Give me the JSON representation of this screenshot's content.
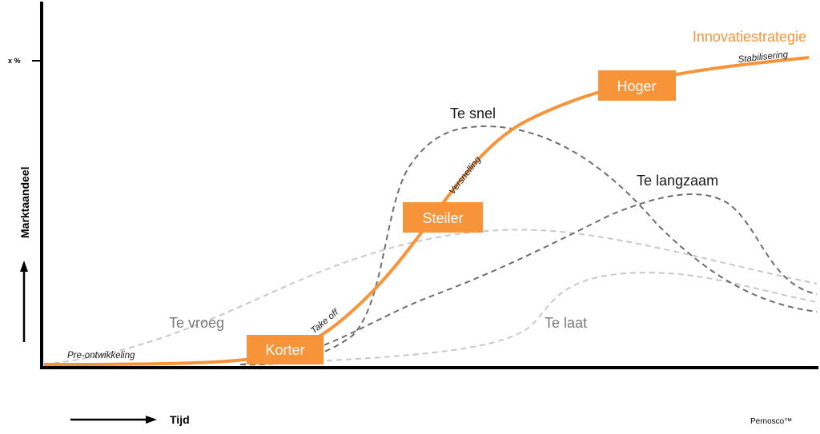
{
  "title": "Innovatiestrategie",
  "y_axis": {
    "label": "Marktaandeel",
    "tick_label": "x %"
  },
  "x_axis": {
    "label": "Tijd"
  },
  "phases": {
    "pre": "Pre-ontwikkeling",
    "takeoff": "Take off",
    "acceleration": "Versnelling",
    "stabilization": "Stabilisering"
  },
  "boxes": {
    "korter": "Korter",
    "steiler": "Steiler",
    "hoger": "Hoger"
  },
  "curves": {
    "too_fast": "Te snel",
    "too_slow": "Te langzaam",
    "too_early": "Te vroeg",
    "too_late": "Te laat"
  },
  "credit": "Pernosco™",
  "colors": {
    "accent": "#f7943a",
    "dark_dashed": "#6e6e6e",
    "light_dashed": "#c8c8c8",
    "axis": "#000000"
  }
}
